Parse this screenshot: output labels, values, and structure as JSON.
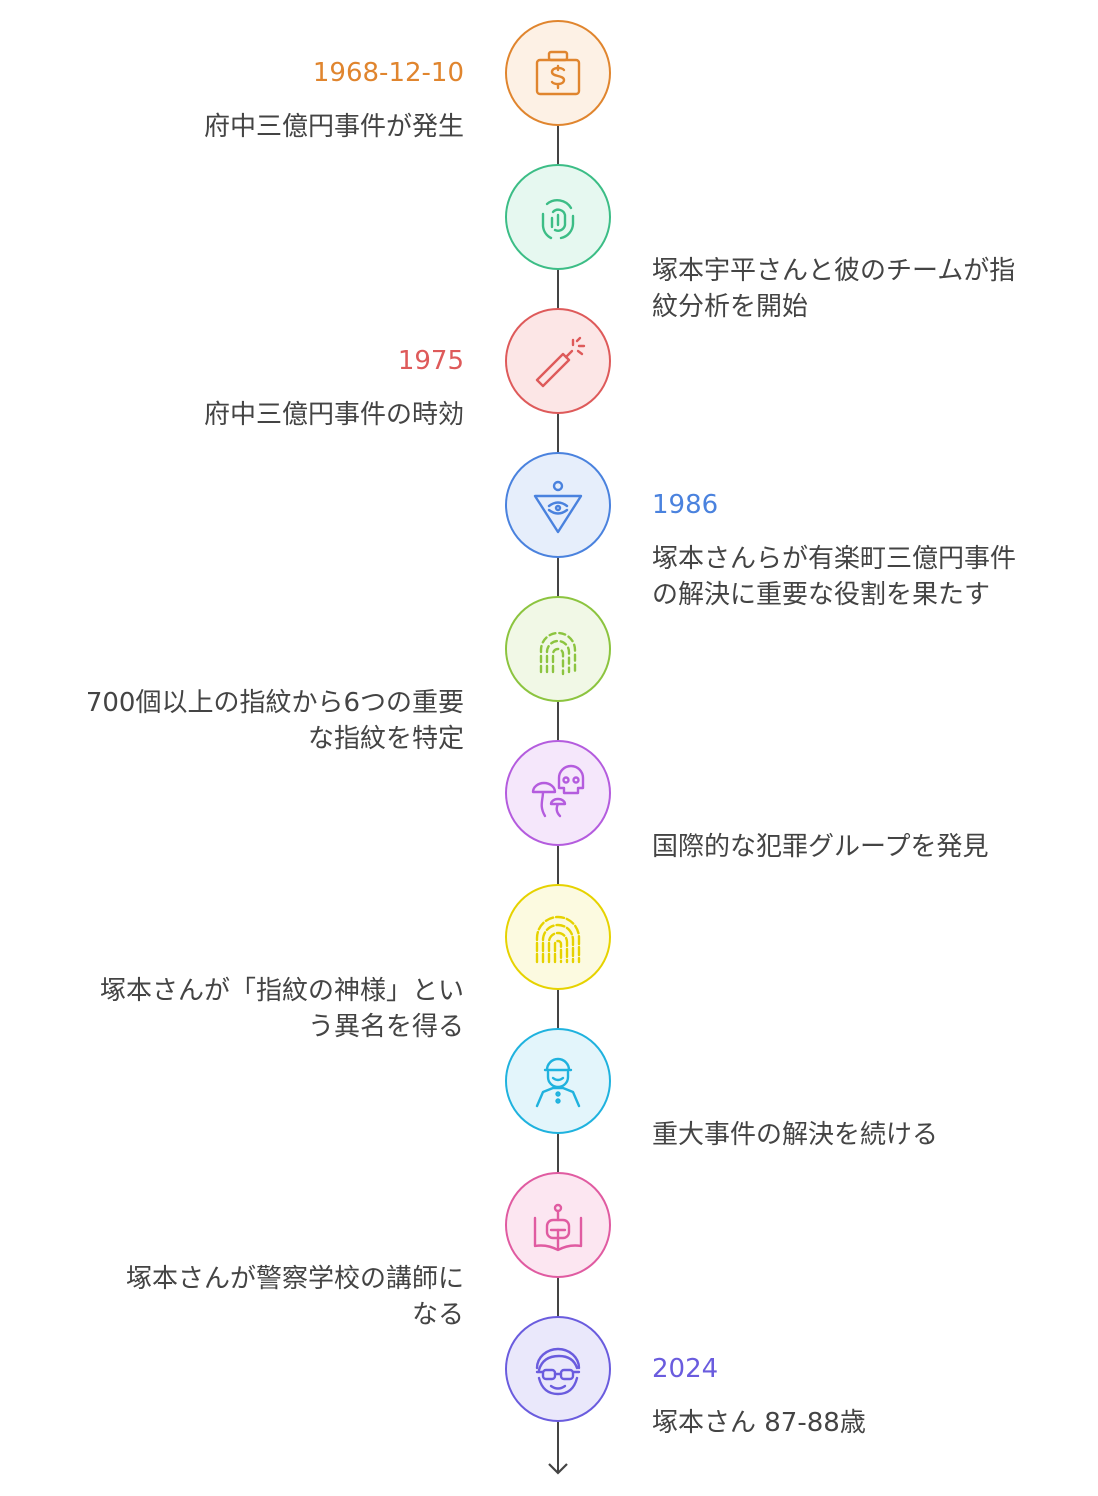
{
  "events": [
    {
      "side": "left",
      "date": "1968-12-10",
      "lines": [
        "府中三億円事件が発生"
      ],
      "icon": "money-bag-icon",
      "color": "#E0852E",
      "fill": "#FDF1E5"
    },
    {
      "side": "right",
      "date": null,
      "lines": [
        "塚本宇平さんと彼のチームが指",
        "紋分析を開始"
      ],
      "icon": "fingerprint-icon",
      "color": "#3CBD86",
      "fill": "#E6F8F0"
    },
    {
      "side": "left",
      "date": "1975",
      "lines": [
        "府中三億円事件の時効"
      ],
      "icon": "dynamite-icon",
      "color": "#DE5A5A",
      "fill": "#FCE6E6"
    },
    {
      "side": "right",
      "date": "1986",
      "lines": [
        "塚本さんらが有楽町三億円事件",
        "の解決に重要な役割を果たす"
      ],
      "icon": "triangle-eye-icon",
      "color": "#4A82DE",
      "fill": "#E6EEFB"
    },
    {
      "side": "left",
      "date": null,
      "lines": [
        "700個以上の指紋から6つの重要",
        "な指紋を特定"
      ],
      "icon": "arch-fingerprint-icon",
      "color": "#8CC43F",
      "fill": "#F1F8E6"
    },
    {
      "side": "right",
      "date": null,
      "lines": [
        "国際的な犯罪グループを発見"
      ],
      "icon": "skull-mushroom-icon",
      "color": "#B45CDE",
      "fill": "#F5E7FB"
    },
    {
      "side": "left",
      "date": null,
      "lines": [
        "塚本さんが「指紋の神様」とい",
        "う異名を得る"
      ],
      "icon": "fingerprint-lines-icon",
      "color": "#E6D200",
      "fill": "#FCFAE0"
    },
    {
      "side": "right",
      "date": null,
      "lines": [
        "重大事件の解決を続ける"
      ],
      "icon": "detective-icon",
      "color": "#1FB2DE",
      "fill": "#E3F5FB"
    },
    {
      "side": "left",
      "date": null,
      "lines": [
        "塚本さんが警察学校の講師に",
        "なる"
      ],
      "icon": "robot-book-icon",
      "color": "#E05BA1",
      "fill": "#FCE6F1"
    },
    {
      "side": "right",
      "date": "2024",
      "lines": [
        "塚本さん 87-88歳"
      ],
      "icon": "elder-glasses-icon",
      "color": "#6A5CDE",
      "fill": "#EAE8FB"
    }
  ]
}
